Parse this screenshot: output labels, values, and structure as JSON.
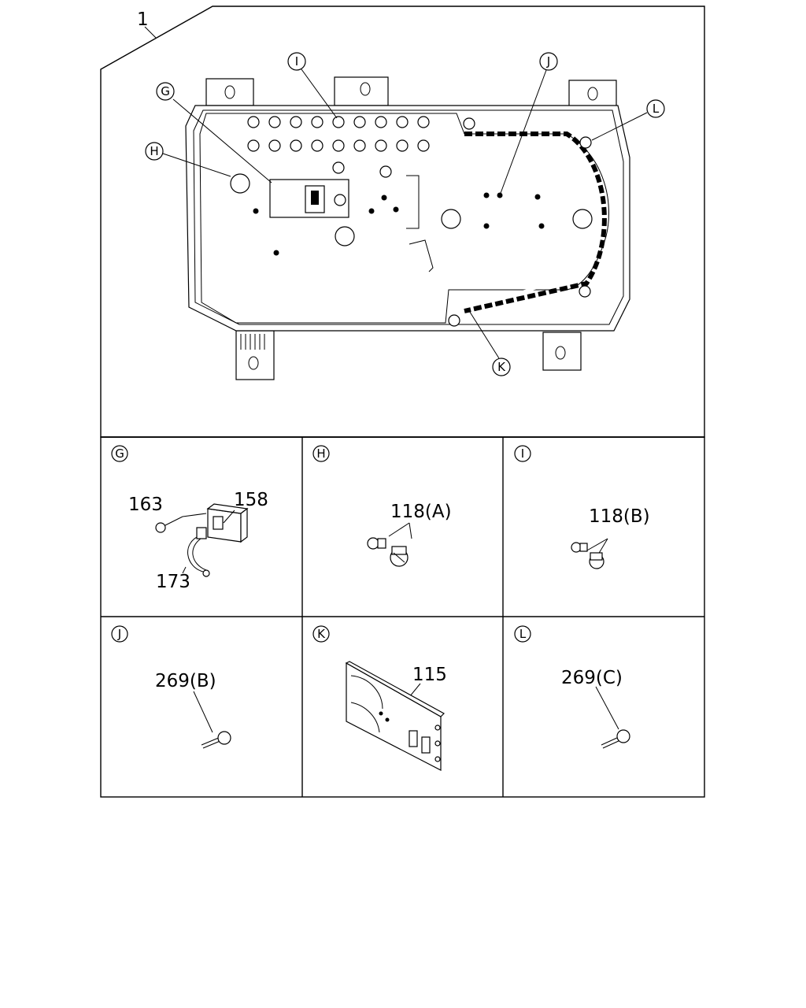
{
  "main": {
    "assembly_label": "1",
    "callouts": {
      "G": "G",
      "H": "H",
      "I": "I",
      "J": "J",
      "K": "K",
      "L": "L"
    }
  },
  "details": {
    "G": {
      "letter": "G",
      "parts": [
        "163",
        "158",
        "173"
      ]
    },
    "H": {
      "letter": "H",
      "parts": [
        "118(A)"
      ]
    },
    "I": {
      "letter": "I",
      "parts": [
        "118(B)"
      ]
    },
    "J": {
      "letter": "J",
      "parts": [
        "269(B)"
      ]
    },
    "K": {
      "letter": "K",
      "parts": [
        "115"
      ]
    },
    "L": {
      "letter": "L",
      "parts": [
        "269(C)"
      ]
    }
  },
  "icons": [
    "instrument-cluster",
    "bulb-socket",
    "screw",
    "circuit-board",
    "connector-module"
  ]
}
